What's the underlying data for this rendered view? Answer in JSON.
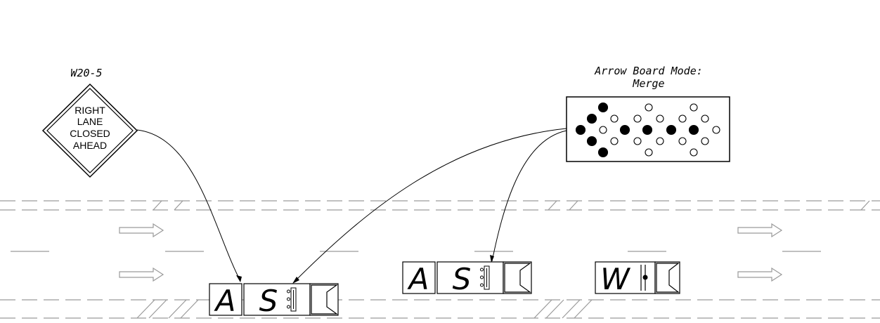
{
  "sign": {
    "code": "W20-5",
    "lines": [
      "RIGHT",
      "LANE",
      "CLOSED",
      "AHEAD"
    ]
  },
  "arrow_board": {
    "caption_line1": "Arrow Board Mode:",
    "caption_line2": "Merge"
  },
  "vehicles": {
    "truck1": {
      "label1": "A",
      "label2": "S"
    },
    "truck2": {
      "label1": "A",
      "label2": "S"
    },
    "truck3": {
      "label1": "W"
    }
  },
  "colors": {
    "line": "#000000",
    "road_line": "#9a9a9a",
    "background": "#ffffff"
  }
}
